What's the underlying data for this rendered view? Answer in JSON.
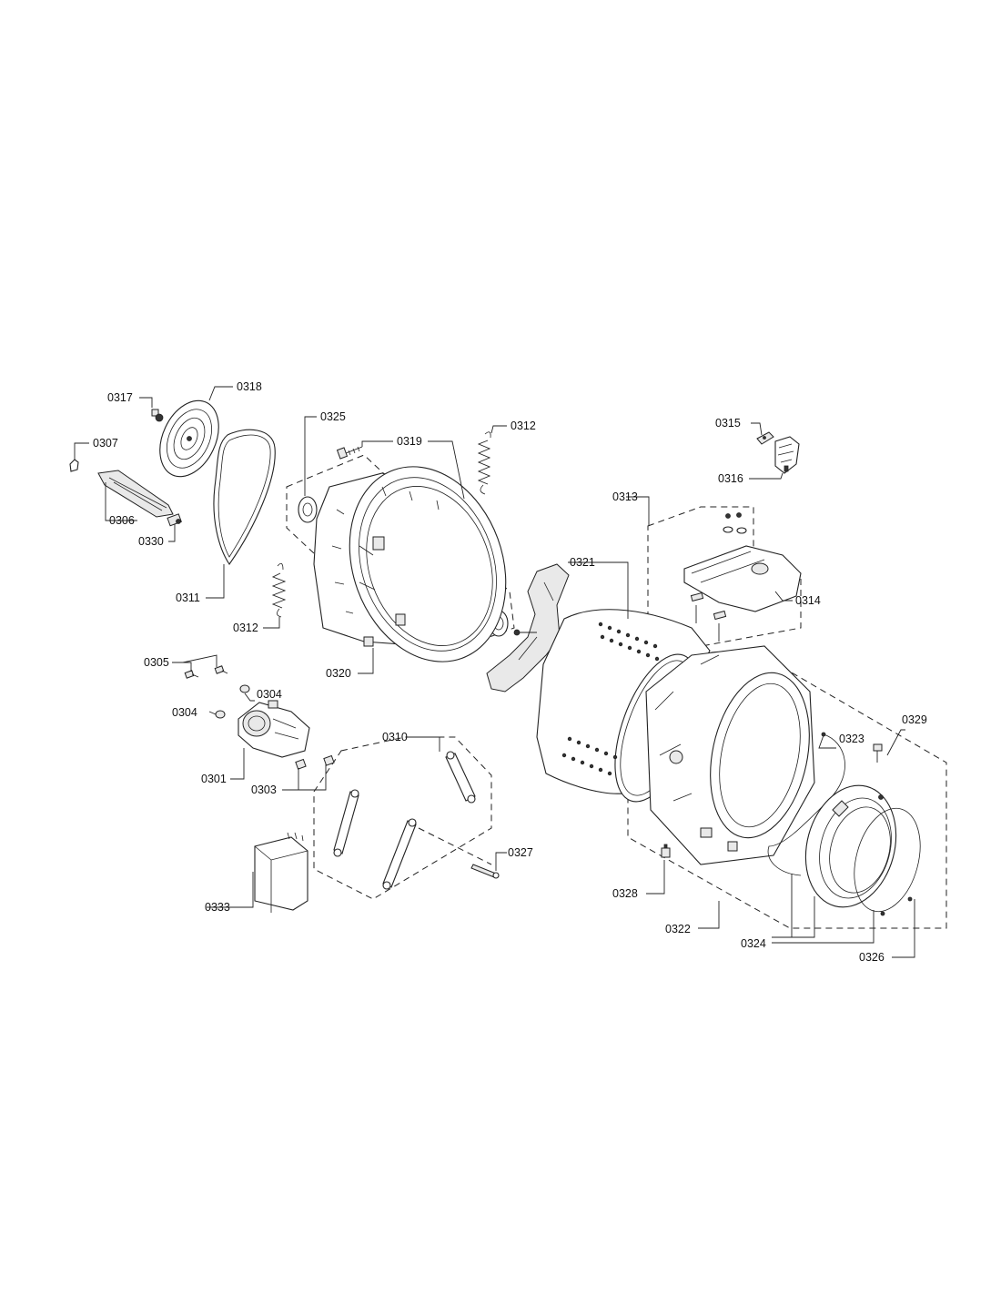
{
  "labels": {
    "p0301": "0301",
    "p0303": "0303",
    "p0304a": "0304",
    "p0304b": "0304",
    "p0305": "0305",
    "p0306": "0306",
    "p0307": "0307",
    "p0310": "0310",
    "p0311": "0311",
    "p0312a": "0312",
    "p0312b": "0312",
    "p0313": "0313",
    "p0314": "0314",
    "p0315": "0315",
    "p0316": "0316",
    "p0317": "0317",
    "p0318": "0318",
    "p0319": "0319",
    "p0320": "0320",
    "p0321": "0321",
    "p0322": "0322",
    "p0323": "0323",
    "p0324": "0324",
    "p0325": "0325",
    "p0326": "0326",
    "p0327": "0327",
    "p0328": "0328",
    "p0329": "0329",
    "p0330": "0330",
    "p0333": "0333"
  },
  "colors": {
    "line": "#222222",
    "background": "#ffffff",
    "shade": "#e9e9e9"
  }
}
